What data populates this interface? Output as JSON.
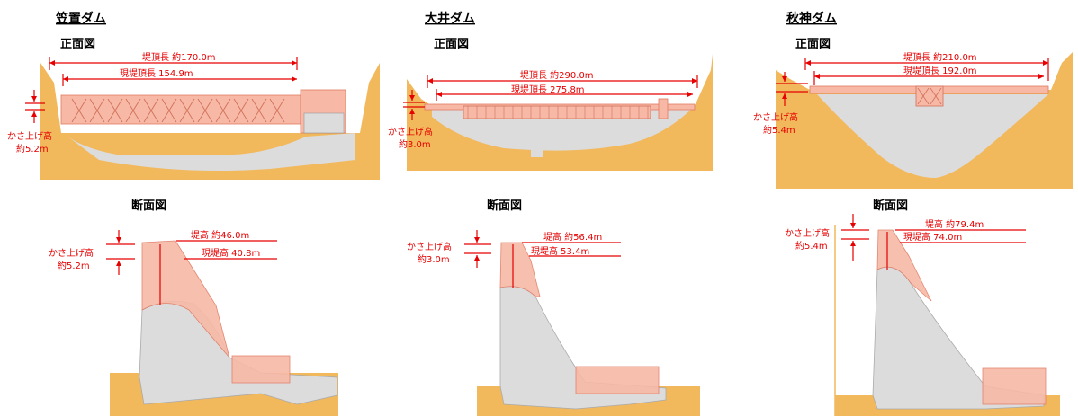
{
  "colors": {
    "ground": "#f2b85c",
    "dam": "#dcdcdc",
    "raise": "#f7b9a6",
    "raise_stroke": "#e07a63",
    "dimension": "#e60000"
  },
  "dams": [
    {
      "name": "笠置ダム",
      "front_label": "正面図",
      "section_label": "断面図",
      "crest_length": "堤頂長 約170.0m",
      "current_crest_length": "現堤頂長 154.9m",
      "raise_label_line1": "かさ上げ高",
      "raise_value_front": "約5.2m",
      "raise_value_section": "約5.2m",
      "dam_height": "堤高 約46.0m",
      "current_dam_height": "現堤高 40.8m"
    },
    {
      "name": "大井ダム",
      "front_label": "正面図",
      "section_label": "断面図",
      "crest_length": "堤頂長 約290.0m",
      "current_crest_length": "現堤頂長 275.8m",
      "raise_label_line1": "かさ上げ高",
      "raise_value_front": "約3.0m",
      "raise_value_section": "約3.0m",
      "dam_height": "堤高 約56.4m",
      "current_dam_height": "現堤高 53.4m"
    },
    {
      "name": "秋神ダム",
      "front_label": "正面図",
      "section_label": "断面図",
      "crest_length": "堤頂長 約210.0m",
      "current_crest_length": "現堤頂長 192.0m",
      "raise_label_line1": "かさ上げ高",
      "raise_value_front": "約5.4m",
      "raise_value_section": "約5.4m",
      "dam_height": "堤高 約79.4m",
      "current_dam_height": "現堤高 74.0m"
    }
  ]
}
